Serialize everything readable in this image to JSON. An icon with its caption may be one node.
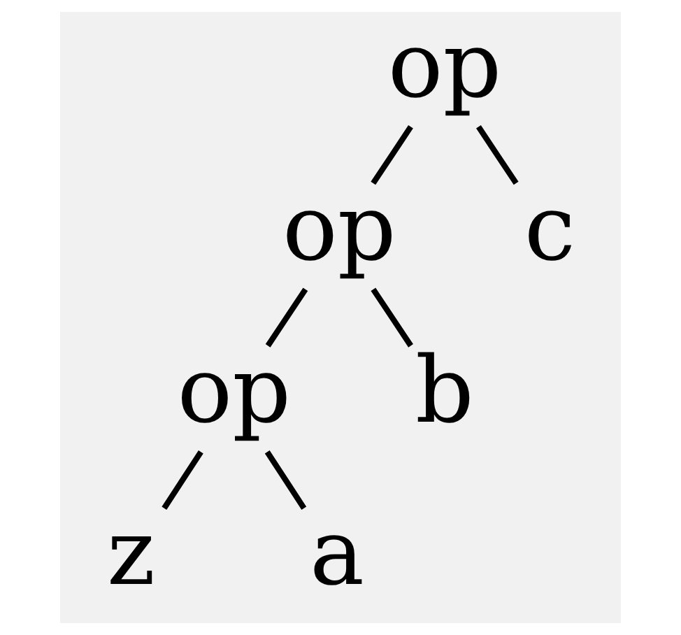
{
  "diagram": {
    "nodes": [
      {
        "text": [
          "op"
        ]
      },
      {
        "text": [
          "op"
        ]
      },
      {
        "text": [
          "c"
        ]
      },
      {
        "text": [
          "op"
        ]
      },
      {
        "text": [
          "b"
        ]
      },
      {
        "text": [
          "z"
        ]
      },
      {
        "text": [
          "a"
        ]
      }
    ],
    "edges": [
      {
        "from": 0,
        "to": 1,
        "arrow": "none"
      },
      {
        "from": 0,
        "to": 2,
        "arrow": "none"
      },
      {
        "from": 1,
        "to": 3,
        "arrow": "none"
      },
      {
        "from": 1,
        "to": 4,
        "arrow": "none"
      },
      {
        "from": 3,
        "to": 5,
        "arrow": "none"
      },
      {
        "from": 3,
        "to": 6,
        "arrow": "none"
      }
    ]
  }
}
